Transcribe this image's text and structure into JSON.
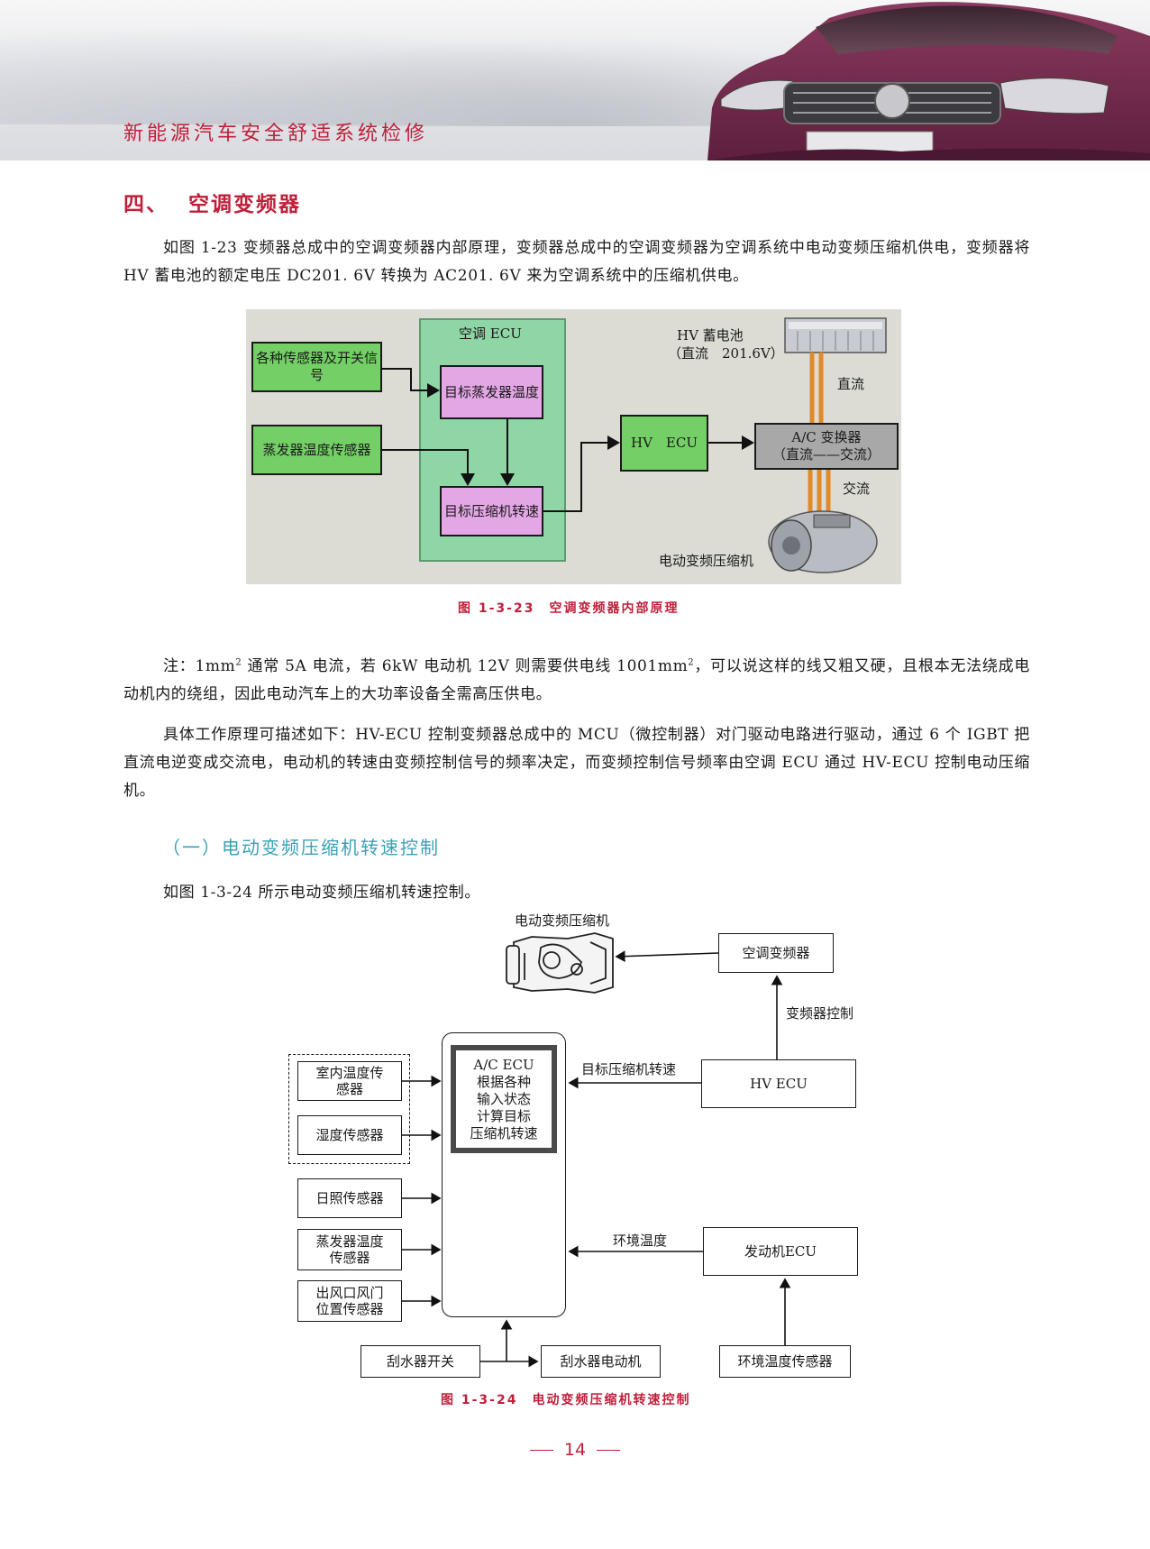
{
  "header": {
    "book_title": "新能源汽车安全舒适系统检修"
  },
  "section": {
    "number": "四、",
    "title": "空调变频器"
  },
  "paragraphs": {
    "intro": "如图 1-23 变频器总成中的空调变频器内部原理，变频器总成中的空调变频器为空调系统中电动变频压缩机供电，变频器将 HV 蓄电池的额定电压 DC201. 6V 转换为 AC201. 6V 来为空调系统中的压缩机供电。",
    "note_a": "注：1mm",
    "note_b": " 通常 5A 电流，若 6kW 电动机 12V 则需要供电线 1001mm",
    "note_c": "，可以说这样的线又粗又硬，且根本无法绕成电动机内的绕组，因此电动汽车上的大功率设备全需高压供电。",
    "note_sup": "2",
    "principle": "具体工作原理可描述如下：HV-ECU 控制变频器总成中的 MCU（微控制器）对门驱动电路进行驱动，通过 6 个 IGBT 把直流电逆变成交流电，电动机的转速由变频控制信号的频率决定，而变频控制信号频率由空调 ECU 通过 HV-ECU 控制电动压缩机。",
    "fig2_intro": "如图 1-3-24 所示电动变频压缩机转速控制。"
  },
  "subsection": {
    "title": "（一）电动变频压缩机转速控制"
  },
  "figure1": {
    "caption": "图 1-3-23　空调变频器内部原理",
    "sensors_switch": "各种传感器及开关信号",
    "evap_sensor": "蒸发器温度传感器",
    "ac_ecu_label": "空调 ECU",
    "target_evap_temp": "目标蒸发器温度",
    "target_comp_speed": "目标压缩机转速",
    "hv_ecu": "HV　ECU",
    "hv_battery": "HV 蓄电池",
    "hv_battery_dc": "（直流　201.6V）",
    "ac_inverter": "A/C 变换器",
    "ac_inverter_sub": "（直流——交流）",
    "dc_label": "直流",
    "ac_label": "交流",
    "compressor_label": "电动变频压缩机"
  },
  "figure2": {
    "caption": "图 1-3-24　电动变频压缩机转速控制",
    "compressor_label": "电动变频压缩机",
    "ac_inverter": "空调变频器",
    "inverter_control": "变频器控制",
    "hv_ecu": "HV ECU",
    "target_speed": "目标压缩机转速",
    "ac_ecu_lines": [
      "A/C ECU",
      "根据各种",
      "输入状态",
      "计算目标",
      "压缩机转速"
    ],
    "indoor_temp": "室内温度传感器",
    "humidity": "湿度传感器",
    "sunlight": "日照传感器",
    "evap_temp": "蒸发器温度传感器",
    "vent_position": "出风口风门位置传感器",
    "ambient_temp": "环境温度",
    "engine_ecu": "发动机ECU",
    "ambient_sensor": "环境温度传感器",
    "wiper_switch": "刮水器开关",
    "wiper_motor": "刮水器电动机"
  },
  "footer": {
    "page_number": "14"
  }
}
